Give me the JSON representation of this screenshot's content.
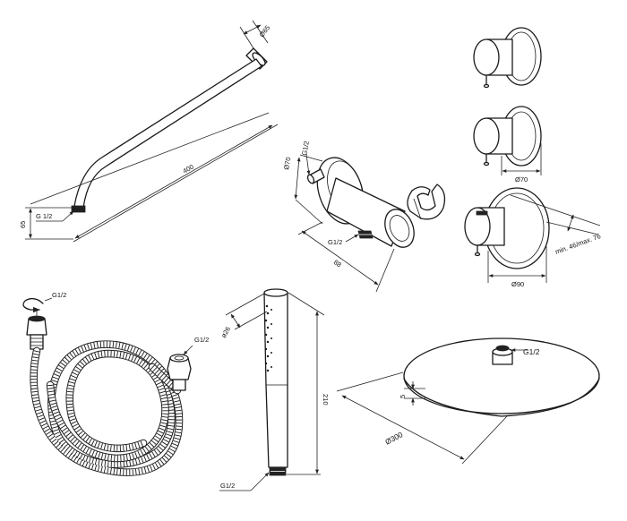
{
  "diagram": {
    "accent_color": "#1a1a1a",
    "background_color": "#ffffff",
    "components": [
      {
        "id": "shower-arm",
        "labels": {
          "flange_diameter": "Ø65",
          "length": "400",
          "height": "65",
          "thread": "G 1/2"
        }
      },
      {
        "id": "wall-outlet-with-holder",
        "labels": {
          "diameter": "Ø70",
          "thread_top": "G1/2",
          "thread_bottom": "G1/2",
          "depth": "88"
        }
      },
      {
        "id": "concealed-mixers",
        "labels": {
          "small_rosette_diameter": "Ø70",
          "large_rosette_diameter": "Ø90",
          "install_depth": "min. 46/max. 76"
        }
      },
      {
        "id": "shower-hose",
        "labels": {
          "thread_left": "G1/2",
          "thread_right": "G1/2"
        }
      },
      {
        "id": "hand-shower",
        "labels": {
          "diameter": "ø26",
          "length": "210",
          "thread": "G1/2"
        }
      },
      {
        "id": "rain-shower-head",
        "labels": {
          "thread": "G1/2",
          "thickness": "5",
          "diameter": "Ø300"
        }
      }
    ]
  }
}
